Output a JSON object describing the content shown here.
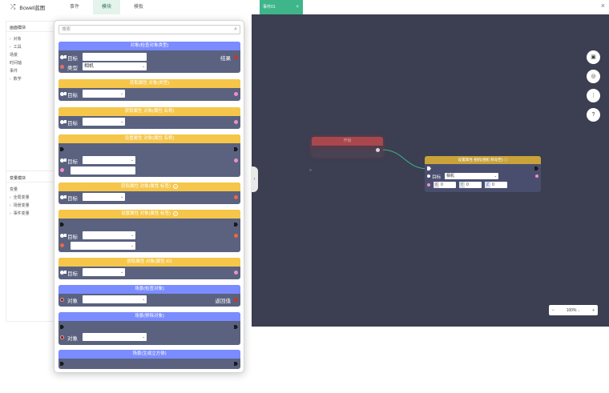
{
  "app": {
    "logo_text": "Bcwell蓝图"
  },
  "top_tabs": [
    {
      "label": "事件"
    },
    {
      "label": "模块",
      "active": true
    },
    {
      "label": "模板"
    }
  ],
  "canvas_tab": {
    "label": "事件01",
    "close": "×"
  },
  "window_close": "×",
  "sidebar": {
    "section1_title": "画面模块",
    "section1_items": [
      {
        "label": "对象",
        "caret": "›"
      },
      {
        "label": "工具",
        "caret": "›"
      },
      {
        "label": "场景"
      },
      {
        "label": "时间轴"
      },
      {
        "label": "事件"
      },
      {
        "label": "数学",
        "caret": "›"
      }
    ],
    "section2_title": "变量模块",
    "section2_sub": "变量",
    "section2_items": [
      {
        "label": "全局变量",
        "caret": "›"
      },
      {
        "label": "场景变量",
        "caret": "›"
      },
      {
        "label": "事件变量",
        "caret": "›"
      }
    ]
  },
  "palette": {
    "search_placeholder": "搜索",
    "cards": [
      {
        "title": "对象(检查对象类型)",
        "label_target": "目标",
        "label_type": "类型",
        "type_value": "相机",
        "label_result": "结果"
      },
      {
        "title": "获取属性 对象(类型)",
        "label_target": "目标"
      },
      {
        "title": "获取属性 对象(属性 名称)",
        "label_target": "目标"
      },
      {
        "title": "设置属性 对象(属性 名称)",
        "label_target": "目标"
      },
      {
        "title": "获取属性 对象(属性 标签)",
        "label_target": "目标"
      },
      {
        "title": "设置属性 对象(属性 标签)",
        "label_target": "目标"
      },
      {
        "title": "获取属性 对象(属性 ID)",
        "label_target": "目标"
      },
      {
        "title": "场景(检查对象)",
        "label_object": "对象",
        "label_return": "返回值"
      },
      {
        "title": "场景(移除对象)",
        "label_object": "对象"
      },
      {
        "title": "场景(生成立方体)"
      }
    ]
  },
  "canvas": {
    "start_node": {
      "title": "开始"
    },
    "camera_node": {
      "title": "设置属性 相机(相机 移动至)",
      "label_target": "目标",
      "target_value": "相机",
      "x_label": "X",
      "x_value": "0",
      "y_label": "Y",
      "y_value": "0",
      "z_label": "Z",
      "z_value": "0"
    },
    "zoom": {
      "minus": "−",
      "value": "100%",
      "plus": "+"
    },
    "tools": [
      {
        "name": "layout-icon",
        "glyph": "▣"
      },
      {
        "name": "focus-icon",
        "glyph": "◎"
      },
      {
        "name": "more-icon",
        "glyph": "⋮"
      },
      {
        "name": "help-icon",
        "glyph": "?"
      }
    ],
    "collapse_glyph": "‹"
  },
  "colors": {
    "canvas_bg": "#3c3e51",
    "node_header_yellow": "#f6c64a",
    "node_header_blue": "#7a8cff",
    "card_body": "#5a6280",
    "accent_green": "#3fb58a"
  }
}
